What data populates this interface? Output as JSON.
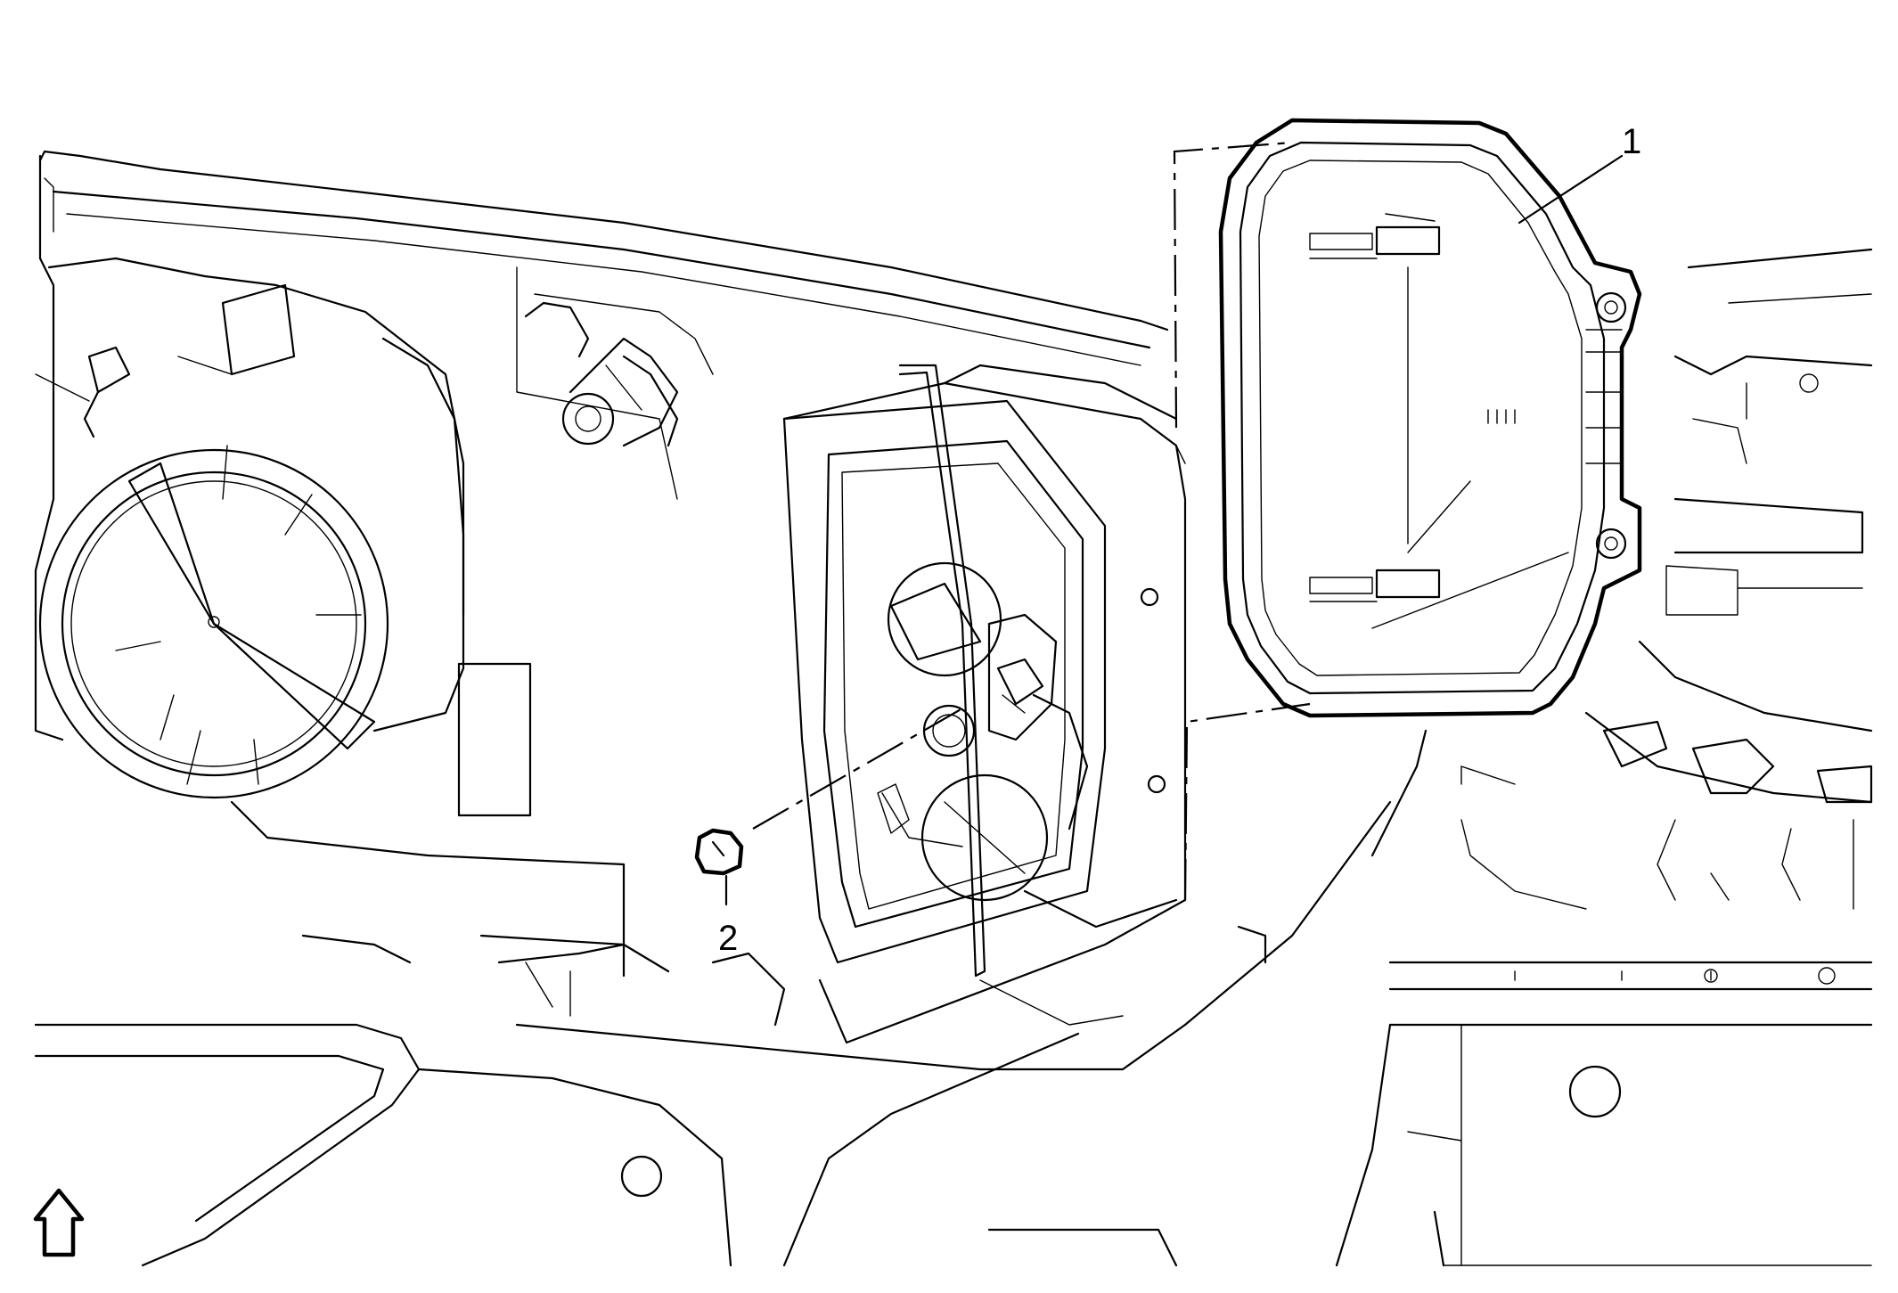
{
  "callouts": [
    {
      "label": "1",
      "part": "headlamp-access-cover"
    },
    {
      "label": "2",
      "part": "bulb"
    }
  ],
  "orientation": {
    "icon": "front-arrow-icon"
  },
  "colors": {
    "line": "#000000",
    "background": "#ffffff"
  }
}
